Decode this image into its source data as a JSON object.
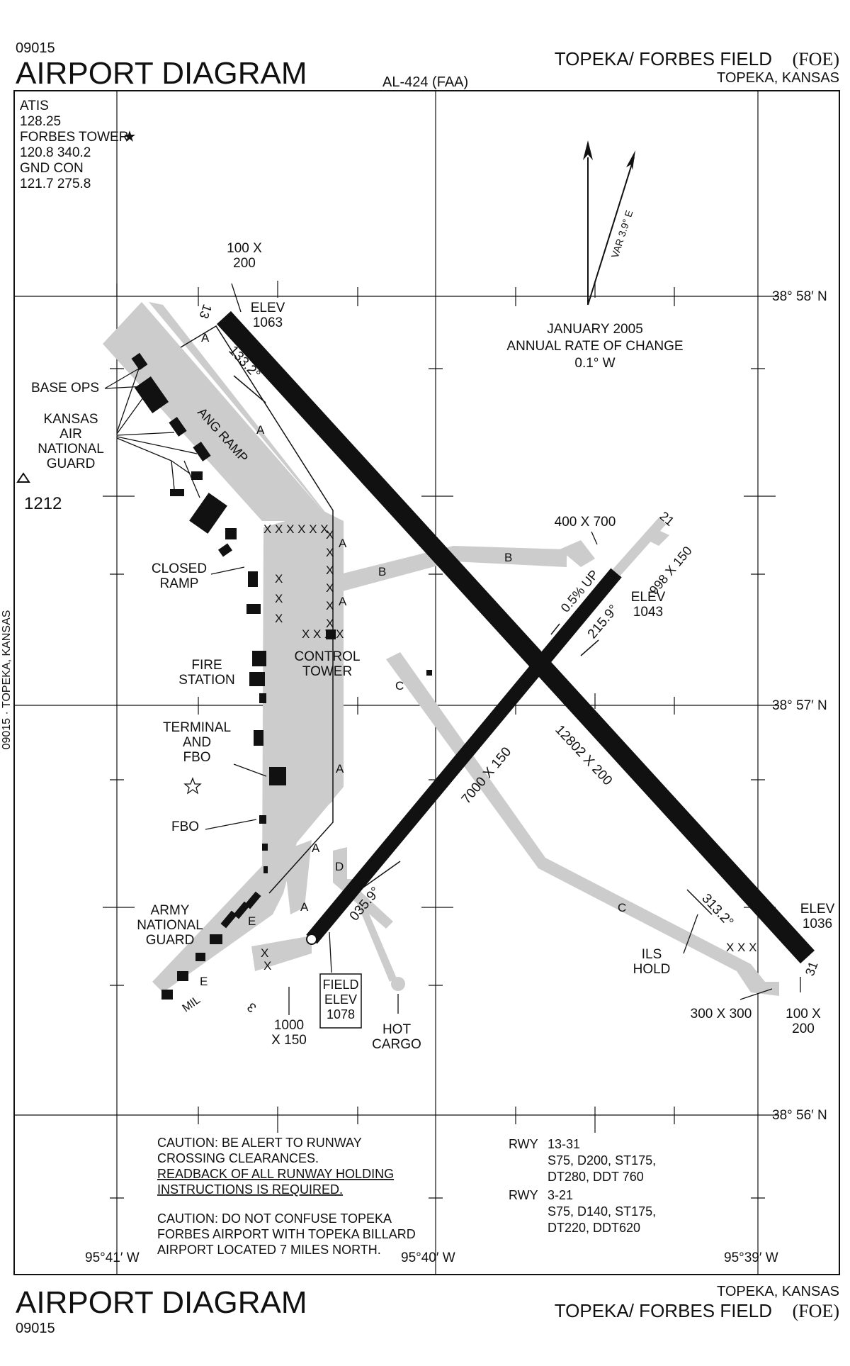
{
  "header": {
    "chart_number": "09015",
    "title": "AIRPORT DIAGRAM",
    "procedure_id": "AL-424 (FAA)",
    "airport_name": "TOPEKA/ FORBES FIELD",
    "airport_code": "(FOE)",
    "location": "TOPEKA, KANSAS"
  },
  "frequencies": {
    "atis_label": "ATIS",
    "atis_freq": "128.25",
    "tower_label": "FORBES TOWER",
    "tower_freq": "120.8  340.2",
    "gnd_label": "GND CON",
    "gnd_freq": "121.7  275.8"
  },
  "variation": {
    "label": "VAR 3.9° E",
    "date": "JANUARY 2005",
    "rate_label": "ANNUAL RATE OF CHANGE",
    "rate": "0.1° W"
  },
  "coordinates": {
    "lat_top": "38° 58′ N",
    "lat_mid": "38° 57′ N",
    "lat_bot": "38° 56′ N",
    "lon_left": "95°41′ W",
    "lon_mid": "95°40′ W",
    "lon_right": "95°39′ W"
  },
  "runways": {
    "rwy13_label": "13",
    "rwy31_label": "31",
    "rwy3_label": "3",
    "rwy21_label": "21",
    "rwy13_dims_1": "100 X",
    "rwy13_dims_2": "200",
    "rwy31_dims_1": "100 X",
    "rwy31_dims_2": "200",
    "rwy13_elev_label": "ELEV",
    "rwy13_elev": "1063",
    "rwy31_elev_label": "ELEV",
    "rwy31_elev": "1036",
    "rwy21_elev_label": "ELEV",
    "rwy21_elev": "1043",
    "rwy13_heading": "133.2°",
    "rwy31_heading": "313.2°",
    "rwy3_heading": "035.9°",
    "rwy21_heading": "215.9°",
    "rwy13_31_size": "12802 X 200",
    "rwy3_21_size": "7000 X 150",
    "rwy21_overrun": "998 X 150",
    "rwy3_overrun_1": "1000",
    "rwy3_overrun_2": "X 150",
    "gradient": "0.5% UP",
    "pad_400": "400 X 700",
    "pad_300": "300 X 300",
    "field_elev_1": "FIELD",
    "field_elev_2": "ELEV",
    "field_elev_3": "1078"
  },
  "labels": {
    "base_ops": "BASE OPS",
    "kansas_1": "KANSAS",
    "kansas_2": "AIR",
    "kansas_3": "NATIONAL",
    "kansas_4": "GUARD",
    "obstacle": "1212",
    "closed_1": "CLOSED",
    "closed_2": "RAMP",
    "fire_1": "FIRE",
    "fire_2": "STATION",
    "tower_1": "CONTROL",
    "tower_2": "TOWER",
    "terminal_1": "TERMINAL",
    "terminal_2": "AND",
    "terminal_3": "FBO",
    "fbo": "FBO",
    "army_1": "ARMY",
    "army_2": "NATIONAL",
    "army_3": "GUARD",
    "ang_ramp": "ANG RAMP",
    "mil": "MIL",
    "hot_1": "HOT",
    "hot_2": "CARGO",
    "ils_1": "ILS",
    "ils_2": "HOLD",
    "twy_a": "A",
    "twy_b": "B",
    "twy_c": "C",
    "twy_d": "D",
    "twy_e": "E"
  },
  "notes": {
    "caution1_l1": "CAUTION:  BE ALERT TO RUNWAY",
    "caution1_l2": "CROSSING CLEARANCES.",
    "caution1_l3": "READBACK OF ALL RUNWAY HOLDING",
    "caution1_l4": "INSTRUCTIONS IS REQUIRED.",
    "caution2_l1": "CAUTION: DO NOT CONFUSE TOPEKA",
    "caution2_l2": "FORBES AIRPORT WITH TOPEKA BILLARD",
    "caution2_l3": "AIRPORT LOCATED 7 MILES NORTH.",
    "rwy_a_label": "RWY",
    "rwy_a": "13-31",
    "rwy_a_s1": "S75, D200, ST175,",
    "rwy_a_s2": "DT280, DDT 760",
    "rwy_b_label": "RWY",
    "rwy_b": "3-21",
    "rwy_b_s1": "S75, D140, ST175,",
    "rwy_b_s2": "DT220, DDT620"
  },
  "side_text": "09015 · TOPEKA, KANSAS"
}
